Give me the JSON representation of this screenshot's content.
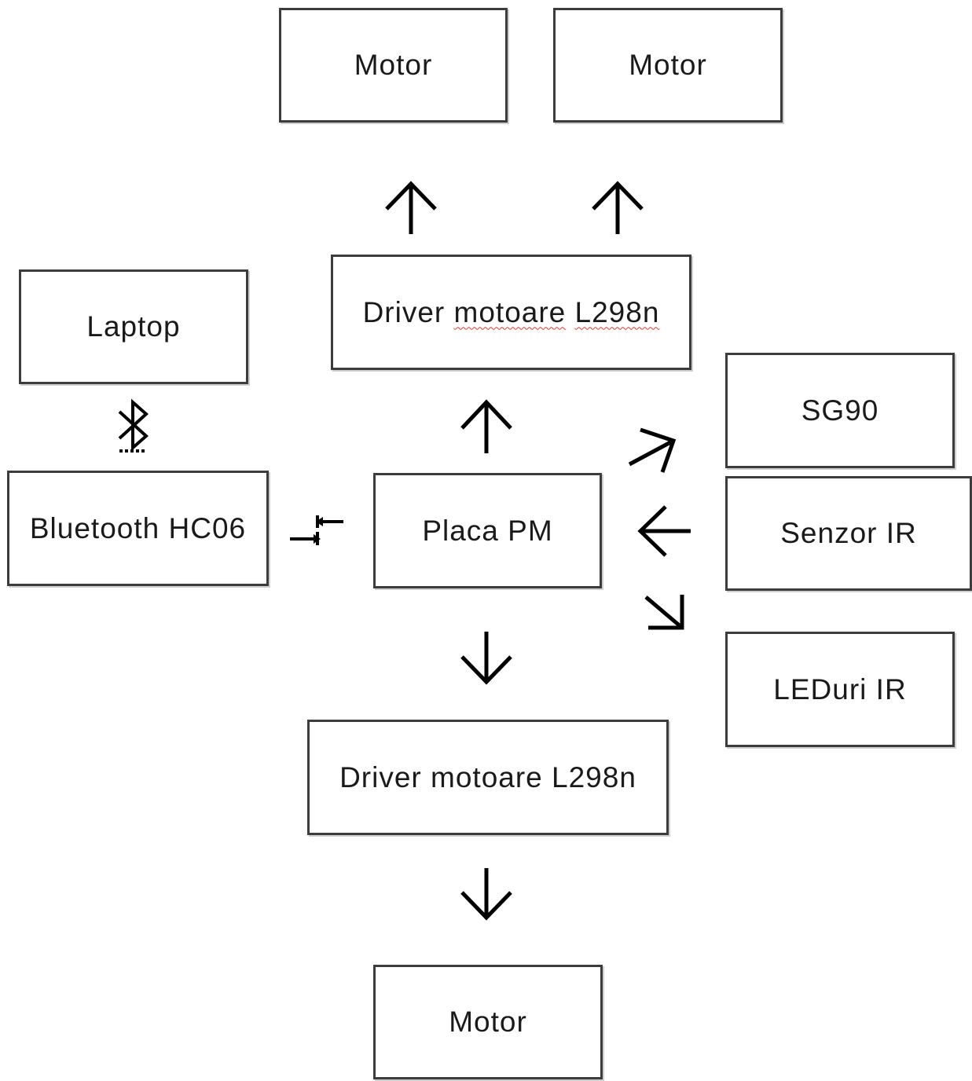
{
  "nodes": {
    "motor_top_left": "Motor",
    "motor_top_right": "Motor",
    "driver_top": {
      "word1": "Driver",
      "word2": "motoare",
      "word3": "L298n"
    },
    "laptop": "Laptop",
    "sg90": "SG90",
    "bluetooth": "Bluetooth HC06",
    "placa": "Placa PM",
    "senzor": "Senzor IR",
    "leduri": "LEDuri IR",
    "driver_bottom": "Driver motoare L298n",
    "motor_bottom": "Motor"
  },
  "colors": {
    "border": "#3c3c3c",
    "spellcheck_underline": "#e0342c"
  },
  "icons": [
    "bluetooth-icon",
    "bidirectional-arrows-icon"
  ]
}
